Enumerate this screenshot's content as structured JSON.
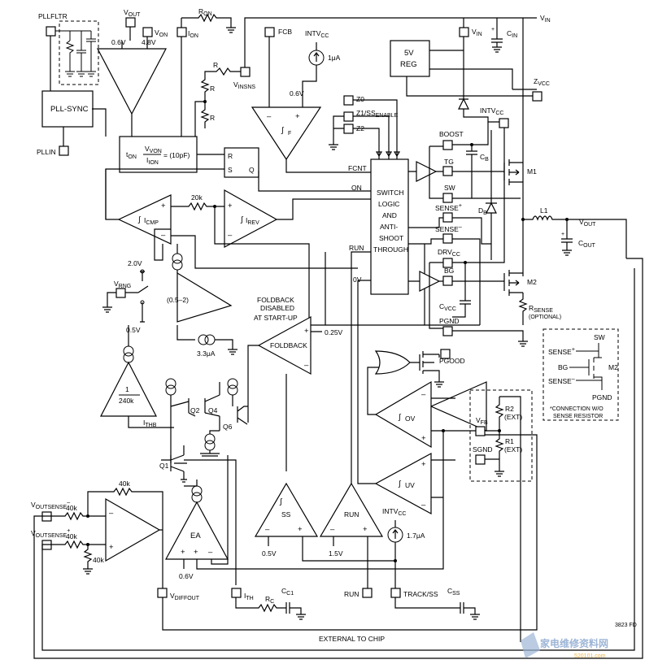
{
  "pins": {
    "pllfltr": "PLLFLTR",
    "vout": "V",
    "vout_sub": "OUT",
    "von": "V",
    "von_sub": "ON",
    "ion": "I",
    "ion_sub": "ON",
    "ron": "R",
    "ron_sub": "ON",
    "vinsns": "V",
    "vinsns_sub": "INSNS",
    "fcb": "FCB",
    "intvcc_top": "INTV",
    "intvcc_top_sub": "CC",
    "vin_pin": "V",
    "vin_pin_sub": "IN",
    "vin_rail": "V",
    "vin_rail_sub": "IN",
    "cin": "C",
    "cin_sub": "IN",
    "zvcc": "Z",
    "zvcc_sub": "VCC",
    "intvcc_pin": "INTV",
    "intvcc_pin_sub": "CC",
    "pllin": "PLLIN",
    "z0": "Z0",
    "z1": "Z1/SS",
    "z1_sub": "ENABLE",
    "z2": "Z2",
    "boost": "BOOST",
    "tg": "TG",
    "sw": "SW",
    "sense_p": "SENSE",
    "sense_p_sup": "+",
    "sense_n": "SENSE",
    "sense_n_sup": "–",
    "drvcc": "DRV",
    "drvcc_sub": "CC",
    "bg": "BG",
    "pgnd": "PGND",
    "pgood": "PGOOD",
    "vfb": "V",
    "vfb_sub": "FB",
    "sgnd": "SGND",
    "vrng": "V",
    "vrng_sub": "RNG",
    "voutsense_n": "V",
    "voutsense_n_sub": "OUTSENSE",
    "voutsense_n_sup": "–",
    "voutsense_p": "V",
    "voutsense_p_sub": "OUTSENSE",
    "voutsense_p_sup": "+",
    "vdiffout": "V",
    "vdiffout_sub": "DIFFOUT",
    "ith": "I",
    "ith_sub": "TH",
    "run": "RUN",
    "trackss": "TRACK/SS"
  },
  "labels": {
    "pll_sync": "PLL-SYNC",
    "v06_a": "0.6V",
    "v48": "4.8V",
    "r1": "R",
    "r2": "R",
    "r3": "R",
    "i1ua": "1μA",
    "v06_b": "0.6V",
    "f_sub": "F",
    "reg5v_a": "5V",
    "reg5v_b": "REG",
    "ton_a": "t",
    "ton_a_sub": "ON",
    "ton_eq_num": "V",
    "ton_eq_num_sub": "VON",
    "ton_eq_den": "I",
    "ton_eq_den_sub": "ION",
    "ton_eq_rhs": "= (10pF)",
    "sr_r": "R",
    "sr_s": "S",
    "sr_q": "Q",
    "fcnt": "FCNT",
    "on": "ON",
    "run_lbl": "RUN",
    "ov_lbl": "0V",
    "switch_logic": [
      "SWITCH",
      "LOGIC",
      "AND",
      "ANTI-",
      "SHOOT",
      "THROUGH"
    ],
    "icmp": "I",
    "icmp_sub": "CMP",
    "irev": "I",
    "irev_sub": "REV",
    "r20k": "20k",
    "cb": "C",
    "cb_sub": "B",
    "db": "D",
    "db_sub": "B",
    "m1": "M1",
    "m2": "M2",
    "l1": "L1",
    "vout_node": "V",
    "vout_node_sub": "OUT",
    "cout": "C",
    "cout_sub": "OUT",
    "cvcc": "C",
    "cvcc_sub": "VCC",
    "rsense": "R",
    "rsense_sub": "SENSE",
    "optional": "(OPTIONAL)",
    "v20": "2.0V",
    "v05_a": "0.5V",
    "range": "(0.5–2)",
    "i33ua": "3.3μA",
    "foldback_note": [
      "FOLDBACK",
      "DISABLED",
      "AT START-UP"
    ],
    "foldback": "FOLDBACK",
    "v025": "0.25V",
    "div240_num": "1",
    "div240_den": "240k",
    "ithb": "I",
    "ithb_sub": "THB",
    "q1": "Q1",
    "q2": "Q2",
    "q4": "Q4",
    "q6": "Q6",
    "ov_cmp": "OV",
    "uv_cmp": "UV",
    "r2_ext": "R2",
    "r1_ext": "R1",
    "ext": "(EXT)",
    "r40k_top": "40k",
    "r40k_a": "40k",
    "r40k_b": "40k",
    "r40k_c": "40k",
    "ea": "EA",
    "v06_c": "0.6V",
    "ss": "SS",
    "v05_b": "0.5V",
    "run_amp": "RUN",
    "v15": "1.5V",
    "intvcc_low": "INTV",
    "intvcc_low_sub": "CC",
    "i17ua": "1.7μA",
    "rc": "R",
    "rc_sub": "C",
    "cc1": "C",
    "cc1_sub": "C1",
    "css": "C",
    "css_sub": "SS",
    "external": "EXTERNAL TO CHIP",
    "fig_id": "3823 FD",
    "inset_sw": "SW",
    "inset_sense_p": "SENSE",
    "inset_sense_p_sup": "+",
    "inset_bg": "BG",
    "inset_m2": "M2",
    "inset_sense_n": "SENSE",
    "inset_sense_n_sup": "–",
    "inset_pgnd": "PGND",
    "inset_note": [
      "*CONNECTION W/O",
      "SENSE RESISTOR"
    ]
  },
  "watermark": {
    "text": "家电维修资料网",
    "url": "520101.com"
  }
}
